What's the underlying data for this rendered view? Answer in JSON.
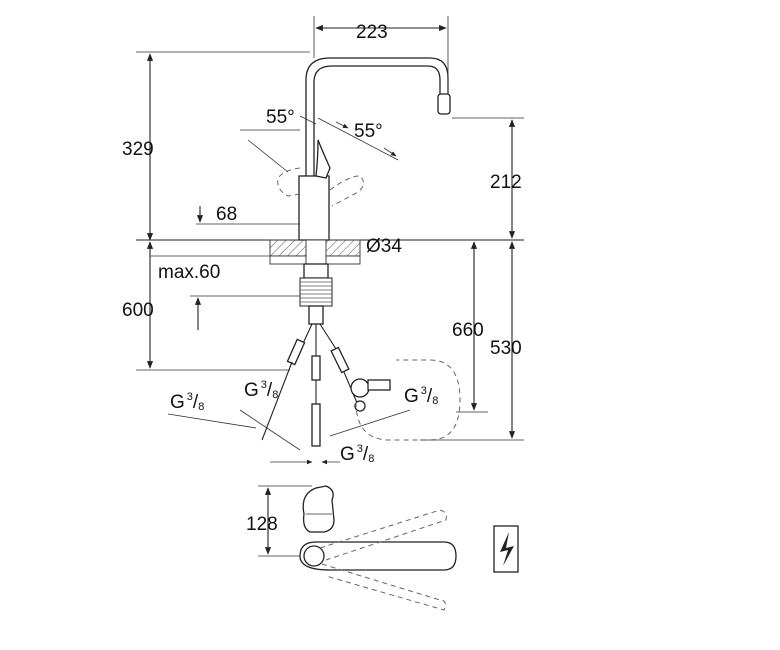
{
  "dimensions": {
    "width_top": "223",
    "height_total": "329",
    "height_spout": "212",
    "angle_left": "55°",
    "angle_right": "55°",
    "offset_68": "68",
    "diameter": "Ø34",
    "max_thickness": "max.60",
    "hose_600": "600",
    "hose_660": "660",
    "hose_530": "530",
    "spray_128": "128"
  },
  "connectors": {
    "thread_main": "G",
    "thread_num": "3",
    "thread_den": "8",
    "labels_count_note": "4"
  },
  "symbols": {
    "electric": "lightning-symbol"
  }
}
